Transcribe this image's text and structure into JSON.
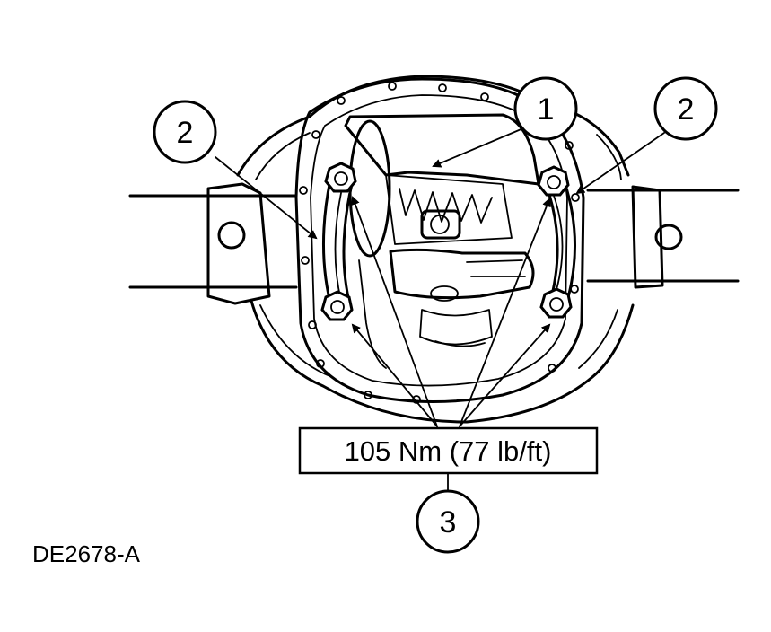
{
  "callouts": {
    "c1": "1",
    "c2_left": "2",
    "c2_right": "2",
    "c3": "3"
  },
  "torque_spec": "105 Nm (77 lb/ft)",
  "figure_id": "DE2678-A"
}
